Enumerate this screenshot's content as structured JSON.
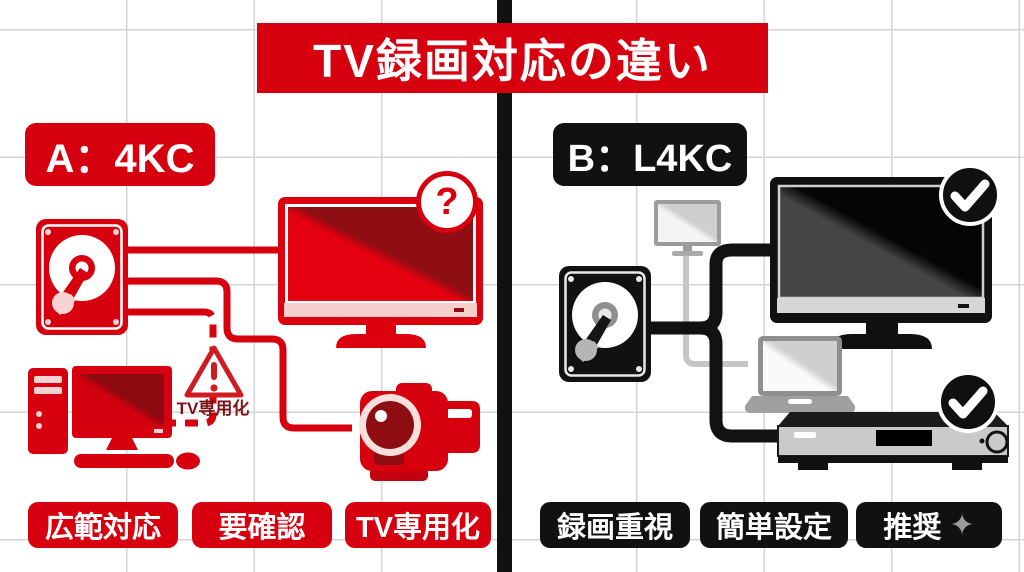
{
  "title": "TV録画対応の違い",
  "panels": {
    "left": {
      "badge": "A：4KC",
      "warning_label": "TV専用化",
      "question_mark": "?",
      "tags": [
        "広範対応",
        "要確認",
        "TV専用化"
      ],
      "icons": [
        "hdd-icon",
        "tv-icon",
        "question-icon",
        "desktop-pc-icon",
        "warning-triangle-icon",
        "camcorder-icon"
      ],
      "theme_color": "#d7000f"
    },
    "right": {
      "badge": "B：L4KC",
      "sparkle": "✦",
      "tags": [
        "録画重視",
        "簡単設定",
        "推奨"
      ],
      "icons": [
        "hdd-icon",
        "tv-icon",
        "check-icon",
        "monitor-icon",
        "laptop-icon",
        "recorder-icon",
        "check-icon"
      ],
      "theme_color": "#111111"
    }
  },
  "colors": {
    "red": "#d7000f",
    "dark_red": "#8e0e14",
    "black": "#111111",
    "inactive_gray": "#9c9c9c",
    "grid": "#d4d4d4"
  }
}
